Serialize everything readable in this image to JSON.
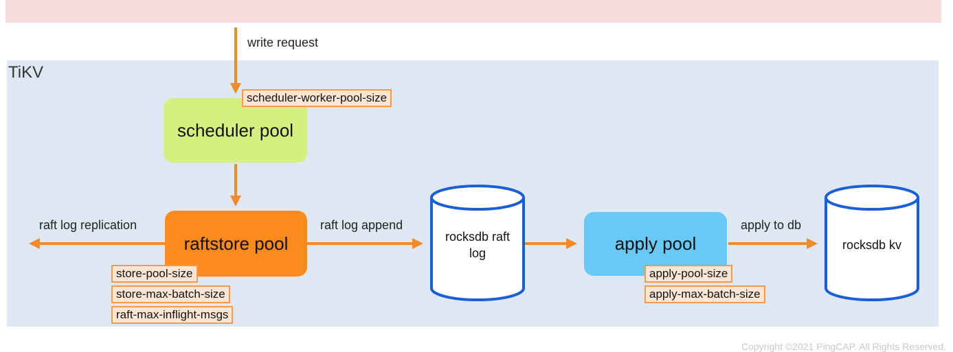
{
  "edges": {
    "write_request": "write request",
    "raft_log_replication": "raft log replication",
    "raft_log_append": "raft log append",
    "apply_to_db": "apply to db"
  },
  "container": {
    "label": "TiKV"
  },
  "pools": {
    "scheduler": "scheduler pool",
    "raftstore": "raftstore pool",
    "apply": "apply pool"
  },
  "config_tags": {
    "scheduler": [
      "scheduler-worker-pool-size"
    ],
    "raftstore": [
      "store-pool-size",
      "store-max-batch-size",
      "raft-max-inflight-msgs"
    ],
    "apply": [
      "apply-pool-size",
      "apply-max-batch-size"
    ]
  },
  "stores": {
    "raft_log": [
      "rocksdb raft",
      "log"
    ],
    "kv": "rocksdb kv"
  },
  "copyright": "Copyright ©2021 PingCAP. All Rights Reserved.",
  "colors": {
    "arrow": "#f08a2a",
    "cylinder_stroke": "#1a5fd6",
    "scheduler_pool": "#d6f07f",
    "raftstore_pool": "#fb8b1c",
    "apply_pool": "#69c9f6",
    "tikv_area": "#dde8f2",
    "client_bar": "#f4dcdb"
  }
}
